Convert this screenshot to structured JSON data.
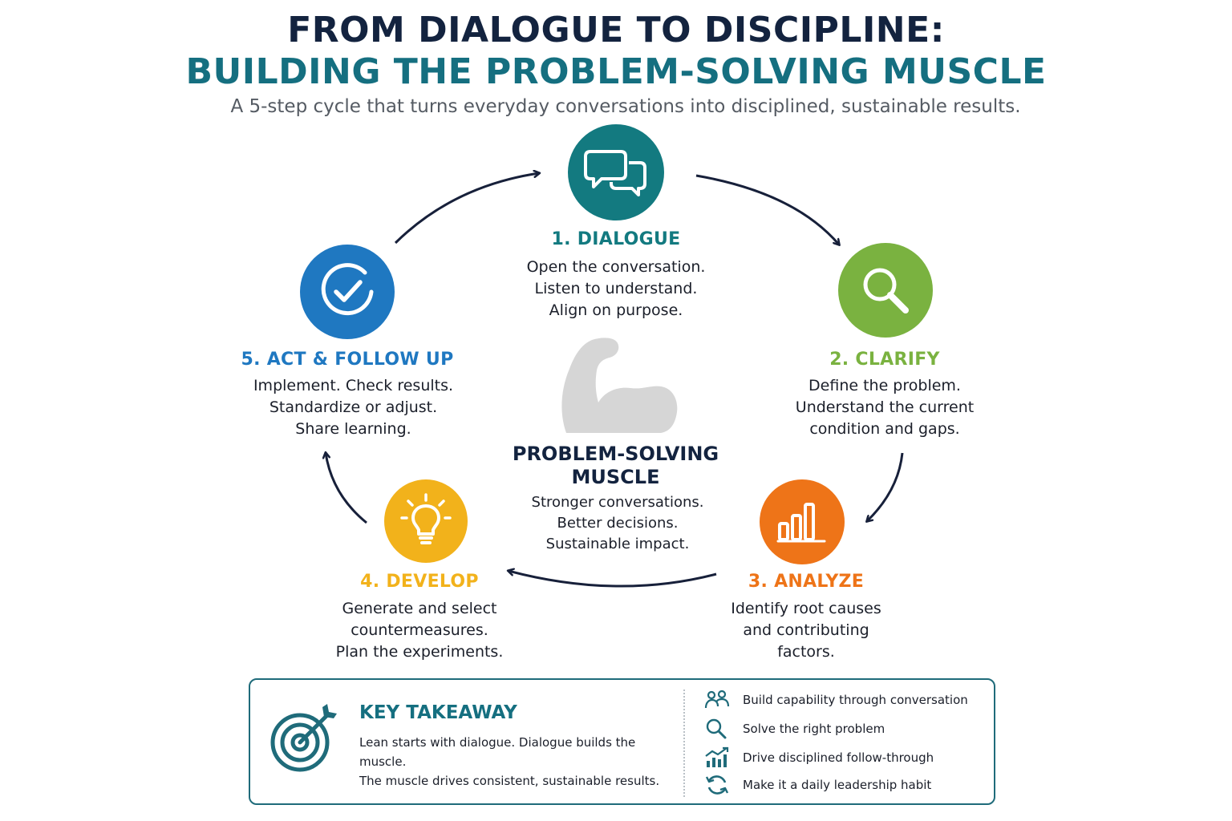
{
  "header": {
    "title_line1": "FROM DIALOGUE TO DISCIPLINE:",
    "title_line2": "BUILDING THE PROBLEM-SOLVING MUSCLE",
    "subtitle": "A 5-step cycle that turns everyday conversations into disciplined, sustainable results."
  },
  "steps": [
    {
      "title": "1. DIALOGUE",
      "color": "#137a80",
      "icon": "speech-bubbles-icon",
      "lines": [
        "Open the conversation.",
        "Listen to understand.",
        "Align on purpose."
      ]
    },
    {
      "title": "2. CLARIFY",
      "color": "#7ab240",
      "icon": "magnifier-icon",
      "lines": [
        "Define the problem.",
        "Understand the current",
        "condition and gaps."
      ]
    },
    {
      "title": "3. ANALYZE",
      "color": "#ee7418",
      "icon": "bar-chart-icon",
      "lines": [
        "Identify root causes",
        "and contributing",
        "factors."
      ]
    },
    {
      "title": "4. DEVELOP",
      "color": "#f2b21b",
      "icon": "lightbulb-icon",
      "lines": [
        "Generate and select",
        "countermeasures.",
        "Plan the experiments."
      ]
    },
    {
      "title": "5. ACT & FOLLOW UP",
      "color": "#1f78c1",
      "icon": "checkmark-icon",
      "lines": [
        "Implement. Check results.",
        "Standardize or adjust.",
        "Share learning."
      ]
    }
  ],
  "center": {
    "icon": "flexed-arm-icon",
    "title_lines": [
      "PROBLEM-SOLVING",
      "MUSCLE"
    ],
    "lines": [
      "Stronger conversations.",
      "Better decisions.",
      "Sustainable impact."
    ]
  },
  "takeaway": {
    "icon": "target-arrow-icon",
    "title": "KEY TAKEAWAY",
    "lines": [
      "Lean starts with dialogue. Dialogue builds the muscle.",
      "The muscle drives consistent, sustainable results."
    ],
    "items": [
      {
        "icon": "people-icon",
        "label": "Build capability through conversation"
      },
      {
        "icon": "search-icon",
        "label": "Solve the right problem"
      },
      {
        "icon": "trend-chart-icon",
        "label": "Drive disciplined follow-through"
      },
      {
        "icon": "refresh-icon",
        "label": "Make it a daily leadership habit"
      }
    ]
  },
  "colors": {
    "navy": "#13233f",
    "teal": "#156f80",
    "arrow": "#17203a",
    "muscle": "#d6d6d6"
  }
}
